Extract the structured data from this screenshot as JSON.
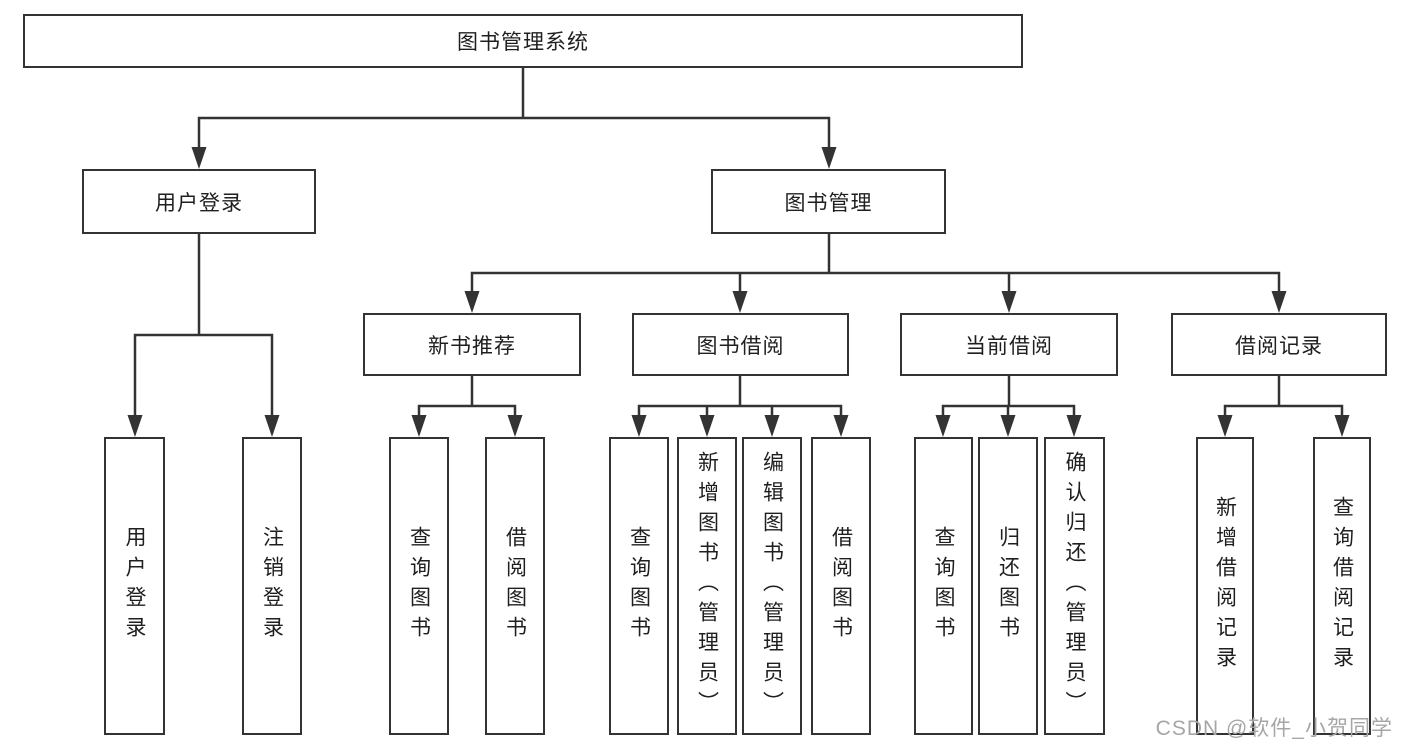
{
  "colors": {
    "line": "#333333",
    "box_background": "#ffffff",
    "text": "#1f1f1f",
    "watermark": "#a6a6a6"
  },
  "tree": {
    "label": "图书管理系统",
    "children": [
      {
        "label": "用户登录",
        "children": [
          {
            "label": "用户登录"
          },
          {
            "label": "注销登录"
          }
        ]
      },
      {
        "label": "图书管理",
        "children": [
          {
            "label": "新书推荐",
            "children": [
              {
                "label": "查询图书"
              },
              {
                "label": "借阅图书"
              }
            ]
          },
          {
            "label": "图书借阅",
            "children": [
              {
                "label": "查询图书"
              },
              {
                "label": "新增图书（管理员）"
              },
              {
                "label": "编辑图书（管理员）"
              },
              {
                "label": "借阅图书"
              }
            ]
          },
          {
            "label": "当前借阅",
            "children": [
              {
                "label": "查询图书"
              },
              {
                "label": "归还图书"
              },
              {
                "label": "确认归还（管理员）"
              }
            ]
          },
          {
            "label": "借阅记录",
            "children": [
              {
                "label": "新增借阅记录"
              },
              {
                "label": "查询借阅记录"
              }
            ]
          }
        ]
      }
    ]
  },
  "watermark": {
    "text": "CSDN @软件_小贺同学"
  }
}
